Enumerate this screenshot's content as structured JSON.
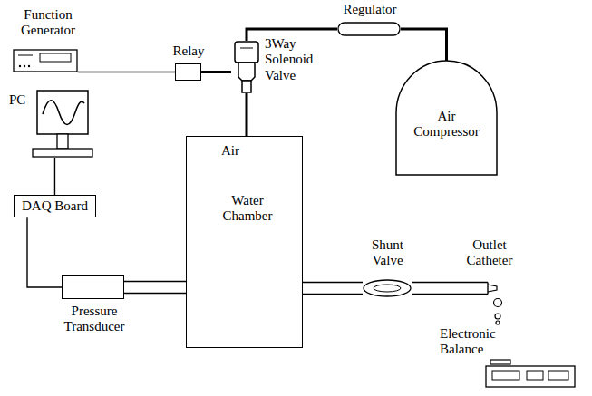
{
  "diagram": {
    "nodes": [
      {
        "text": [
          "Function Generator"
        ]
      },
      {
        "text": [
          "Relay"
        ]
      },
      {
        "text": [
          "3Way Solenoid Valve"
        ]
      },
      {
        "text": [
          "Regulator"
        ]
      },
      {
        "text": [
          "Air Compressor"
        ]
      },
      {
        "text": [
          "PC"
        ]
      },
      {
        "text": [
          "DAQ Board"
        ]
      },
      {
        "text": [
          "Pressure Transducer"
        ]
      },
      {
        "text": [
          "Air",
          "Water Chamber"
        ]
      },
      {
        "text": [
          "Shunt Valve"
        ]
      },
      {
        "text": [
          "Electronic Balance"
        ]
      }
    ],
    "edges": [
      {
        "from": 0,
        "to": 1,
        "arrow": "none"
      },
      {
        "from": 1,
        "to": 2,
        "arrow": "none"
      },
      {
        "from": 2,
        "to": 3,
        "arrow": "none"
      },
      {
        "from": 3,
        "to": 4,
        "arrow": "none"
      },
      {
        "from": 2,
        "to": 8,
        "arrow": "none"
      },
      {
        "from": 5,
        "to": 6,
        "arrow": "none"
      },
      {
        "from": 6,
        "to": 7,
        "arrow": "none"
      },
      {
        "from": 7,
        "to": 8,
        "arrow": "none"
      },
      {
        "from": 8,
        "to": 9,
        "arrow": "none"
      }
    ],
    "labels": [
      "Outlet Catheter"
    ]
  }
}
